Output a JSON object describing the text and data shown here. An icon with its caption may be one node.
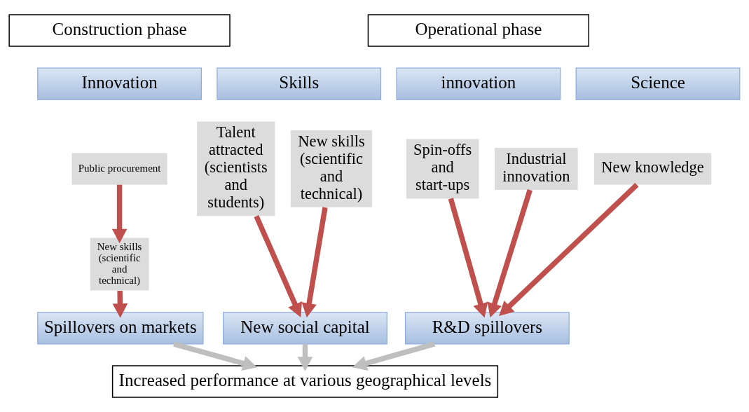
{
  "diagram": {
    "nodes": [
      {
        "text": [
          "Construction phase"
        ]
      },
      {
        "text": [
          "Operational phase"
        ]
      },
      {
        "text": [
          "Innovation"
        ]
      },
      {
        "text": [
          "Skills"
        ]
      },
      {
        "text": [
          "innovation"
        ]
      },
      {
        "text": [
          "Science"
        ]
      },
      {
        "text": [
          "Public procurement"
        ]
      },
      {
        "text": [
          "New skills (scientific and technical)"
        ]
      },
      {
        "text": [
          "Talent attracted (scientists and students)"
        ]
      },
      {
        "text": [
          "New skills (scientific and technical)"
        ]
      },
      {
        "text": [
          "Spin-offs and start-ups"
        ]
      },
      {
        "text": [
          "Industrial innovation"
        ]
      },
      {
        "text": [
          "New knowledge"
        ]
      },
      {
        "text": [
          "Spillovers on markets"
        ]
      },
      {
        "text": [
          "New social capital"
        ]
      },
      {
        "text": [
          "R&D spillovers"
        ]
      },
      {
        "text": [
          "Increased performance at various geographical levels"
        ]
      }
    ],
    "edges": [
      {
        "from": 6,
        "to": 7,
        "arrow": "to"
      },
      {
        "from": 7,
        "to": 13,
        "arrow": "to"
      },
      {
        "from": 8,
        "to": 14,
        "arrow": "to"
      },
      {
        "from": 9,
        "to": 14,
        "arrow": "to"
      },
      {
        "from": 10,
        "to": 15,
        "arrow": "to"
      },
      {
        "from": 11,
        "to": 15,
        "arrow": "to"
      },
      {
        "from": 12,
        "to": 15,
        "arrow": "to"
      },
      {
        "from": 13,
        "to": 16,
        "arrow": "to",
        "color": "#bfbfbf"
      },
      {
        "from": 14,
        "to": 16,
        "arrow": "to",
        "color": "#bfbfbf"
      },
      {
        "from": 15,
        "to": 16,
        "arrow": "to",
        "color": "#bfbfbf"
      }
    ]
  }
}
